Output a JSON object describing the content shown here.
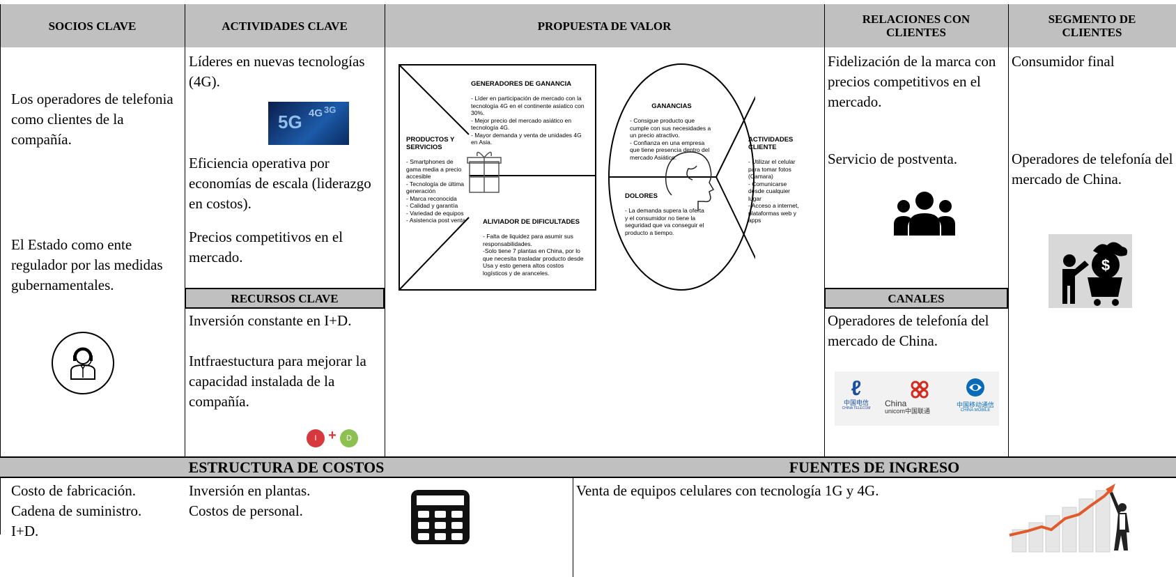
{
  "headers": {
    "socios": "SOCIOS CLAVE",
    "actividades": "ACTIVIDADES CLAVE",
    "propuesta": "PROPUESTA DE VALOR",
    "relaciones": "RELACIONES CON CLIENTES",
    "segmento": "SEGMENTO DE CLIENTES",
    "recursos": "RECURSOS CLAVE",
    "canales": "CANALES",
    "costos": "ESTRUCTURA DE COSTOS",
    "ingresos": "FUENTES DE INGRESO"
  },
  "socios": {
    "item1": "Los operadores de telefonia como clientes de la compañía.",
    "item2": "El Estado como ente regulador por las medidas gubernamentales."
  },
  "actividades": {
    "item1": "Líderes en nuevas tecnologías (4G).",
    "badge_5g": "5G",
    "badge_4g": "4G",
    "badge_3g": "3G",
    "item2": "Eficiencia operativa por economías de escala (liderazgo en costos).",
    "item3": "Precios competitivos en el mercado."
  },
  "recursos": {
    "item1": "Inversión constante en I+D.",
    "item2": "Intfraestuctura para mejorar la capacidad instalada de la compañía.",
    "logo_i": "I",
    "logo_plus": "+",
    "logo_d": "D"
  },
  "propuesta": {
    "generadores_title": "GENERADORES DE GANANCIA",
    "generadores_text": "-  Líder en participación de mercado con la tecnología 4G en el continente asiatico con 30%.\n-  Mejor precio del mercado asiático en tecnología 4G.\n-  Mayor demanda y venta de unidades 4G en Asia.",
    "productos_title": "PRODUCTOS Y SERVICIOS",
    "productos_text": "- Smartphones de gama media a precio accesible\n- Tecnología de última generación\n-  Marca reconocida\n- Calidad y garantía\n- Variedad de equipos\n- Asistencia post venta",
    "aliviador_title": "ALIVIADOR DE DIFICULTADES",
    "aliviador_text": "- Falta de liquidez para asumir sus responsabilidades.\n-Solo tiene 7 plantas en China, por lo que necesita trasladar producto desde Usa y esto genera altos costos logísticos y de aranceles.",
    "ganancias_title": "GANANCIAS",
    "ganancias_text": "- Consigue producto que cumple con sus necesidades a un precio atractivo.\n- Confianza en una empresa que tiene presencia dentro del mercado Asiático.",
    "actividades_title": "ACTIVIDADES CLIENTE",
    "actividades_text": "- Utilizar el celular para tomar fotos (Camara)\n- Comunicarse desde cualquier lugar\n- Acceso a internet, plataformas web y apps",
    "dolores_title": "DOLORES",
    "dolores_text": "- La demanda supera la oferta y el consumidor no tiene la seguridad que va conseguir el producto a tiempo."
  },
  "relaciones": {
    "item1": "Fidelización de la marca con precios competitivos en el mercado.",
    "item2": "Servicio de postventa."
  },
  "canales": {
    "item1": "Operadores de telefonía del mercado de China.",
    "logo1_name": "中国电信",
    "logo1_sub": "CHINA TELECOM",
    "logo2_name": "China",
    "logo2_sub": "unicom中国联通",
    "logo3_name": "中国移动通信",
    "logo3_sub": "CHINA MOBILE"
  },
  "segmento": {
    "item1": "Consumidor final",
    "item2": "Operadores de telefonía del mercado de China."
  },
  "costos": {
    "col1": "Costo de fabricación.\nCadena de suministro.\nI+D.",
    "col2": "Inversión en plantas.\nCostos de personal."
  },
  "ingresos": {
    "item1": "Venta de equipos celulares con tecnología 1G y 4G."
  },
  "colors": {
    "header_bg": "#c0c0c0",
    "i_red": "#d6393d",
    "d_green": "#8cc152",
    "growth_arrow": "#e05a2b"
  }
}
